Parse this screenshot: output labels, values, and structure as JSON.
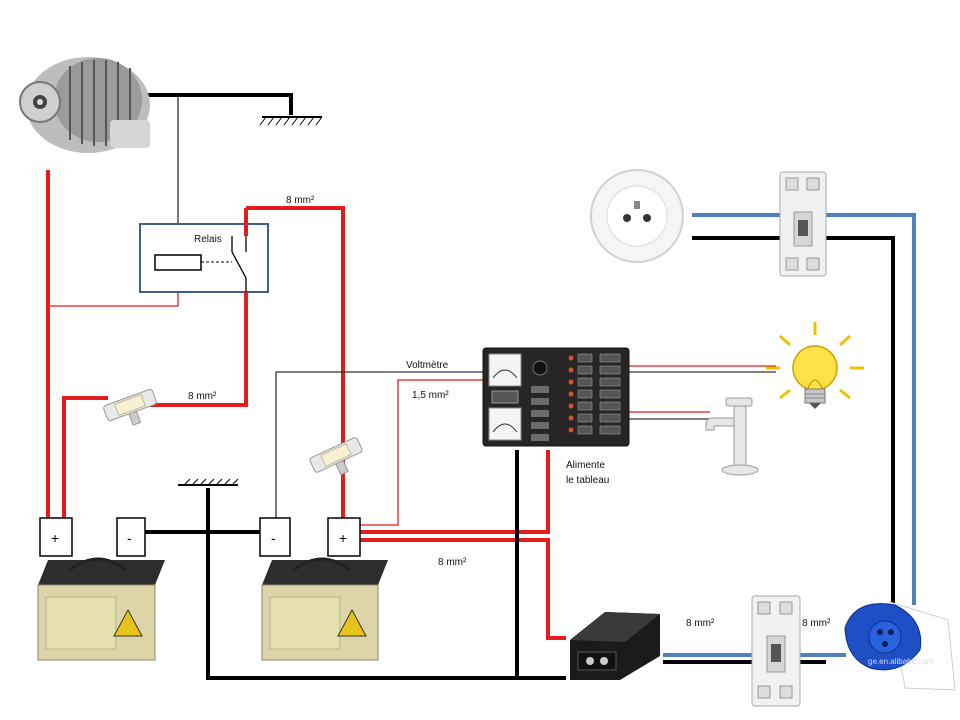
{
  "labels": {
    "relay": "Relais",
    "wire_8mm_top": "8 mm²",
    "wire_8mm_fuse": "8 mm²",
    "wire_8mm_bottom": "8 mm²",
    "wire_8mm_inverter": "8 mm²",
    "wire_8mm_plug": "8 mm²",
    "voltmeter": "Voltmètre",
    "wire_1_5mm": "1,5 mm²",
    "feeds_panel_line1": "Alimente",
    "feeds_panel_line2": "le tableau"
  },
  "battery_1": {
    "plus": "+",
    "minus": "-"
  },
  "battery_2": {
    "plus": "+",
    "minus": "-"
  },
  "watermark": "ge.en.alibaba.com",
  "colors": {
    "positive_wire": "#e41c1c",
    "negative_wire": "#000000",
    "ac_live_wire": "#4f81bd",
    "signal_wire": "#333333",
    "relay_box": "#3f5f8a"
  }
}
